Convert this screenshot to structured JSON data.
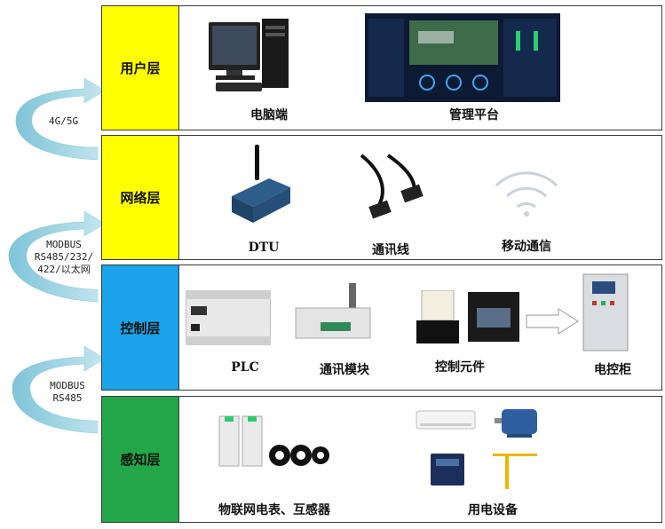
{
  "layers": [
    {
      "label": "用户层",
      "color": "#ffff00",
      "items": [
        "电脑端",
        "管理平台"
      ]
    },
    {
      "label": "网络层",
      "color": "#ffff00",
      "items": [
        "DTU",
        "通讯线",
        "移动通信"
      ]
    },
    {
      "label": "控制层",
      "color": "#1aa3e8",
      "items": [
        "PLC",
        "通讯模块",
        "控制元件",
        "电控柜"
      ]
    },
    {
      "label": "感知层",
      "color": "#22a64a",
      "items": [
        "物联网电表、互感器",
        "用电设备"
      ]
    }
  ],
  "protocols": [
    {
      "lines": [
        "4G/5G"
      ]
    },
    {
      "lines": [
        "MODBUS",
        "RS485/232/",
        "422/以太网"
      ]
    },
    {
      "lines": [
        "MODBUS",
        "RS485"
      ]
    }
  ],
  "icons": [
    "desktop-computer",
    "dashboard-screen",
    "dtu-router",
    "serial-cable",
    "wireless-signal",
    "plc-module",
    "comm-module",
    "relay",
    "contactor",
    "arrow-right",
    "control-cabinet",
    "smart-meter",
    "current-transformer",
    "air-conditioner",
    "motor",
    "welder",
    "tower-crane"
  ]
}
